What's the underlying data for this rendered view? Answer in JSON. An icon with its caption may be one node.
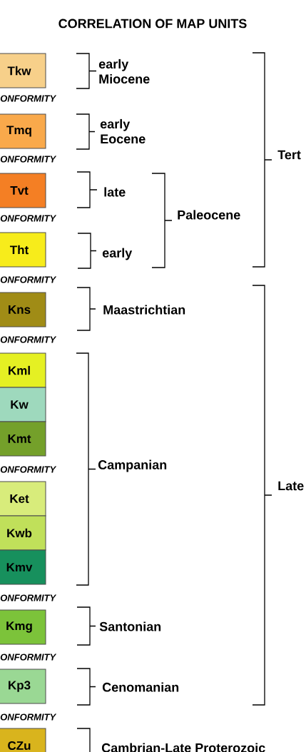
{
  "diagram": {
    "title": "CORRELATION OF MAP UNITS",
    "nodes": [
      {
        "text": [
          "Tkw"
        ]
      },
      {
        "text": [
          "Tmq"
        ]
      },
      {
        "text": [
          "Tvt"
        ]
      },
      {
        "text": [
          "Tht"
        ]
      },
      {
        "text": [
          "Kns"
        ]
      },
      {
        "text": [
          "Kml"
        ]
      },
      {
        "text": [
          "Kw"
        ]
      },
      {
        "text": [
          "Kmt"
        ]
      },
      {
        "text": [
          "Ket"
        ]
      },
      {
        "text": [
          "Kwb"
        ]
      },
      {
        "text": [
          "Kmv"
        ]
      },
      {
        "text": [
          "Kmg"
        ]
      },
      {
        "text": [
          "Kp3"
        ]
      },
      {
        "text": [
          "CZu"
        ]
      }
    ],
    "labels": [
      "early Miocene",
      "ONFORMITY",
      "early Eocene",
      "Tert",
      "ONFORMITY",
      "late",
      "Paleocene",
      "ONFORMITY",
      "early",
      "ONFORMITY",
      "Maastrichtian",
      "ONFORMITY",
      "Campanian",
      "ONFORMITY",
      "Late",
      "ONFORMITY",
      "Santonian",
      "ONFORMITY",
      "Cenomanian",
      "ONFORMITY",
      "Cambrian-Late Proterozoic"
    ]
  }
}
